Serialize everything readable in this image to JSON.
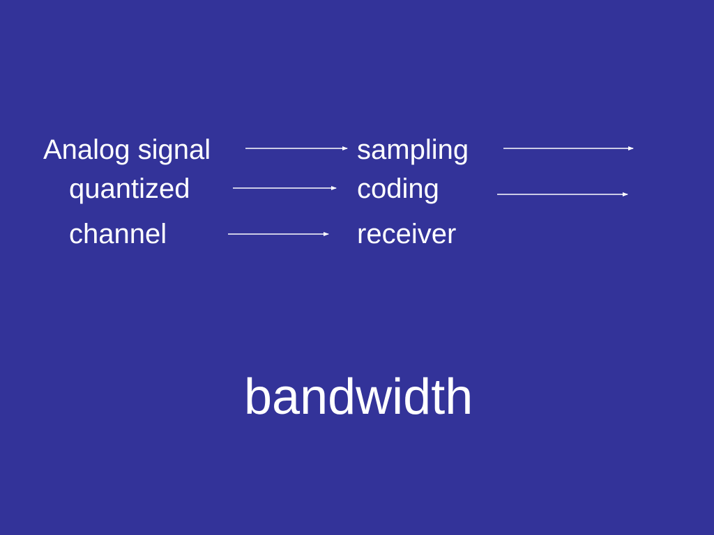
{
  "colors": {
    "background": "#333399",
    "text": "#ffffff",
    "arrow": "#ffffff"
  },
  "flow": {
    "step_1": "Analog signal",
    "step_2": "sampling",
    "step_3": "quantized",
    "step_4": "coding",
    "step_5": "channel",
    "step_6": "receiver"
  },
  "footer": {
    "keyword": "bandwidth"
  }
}
